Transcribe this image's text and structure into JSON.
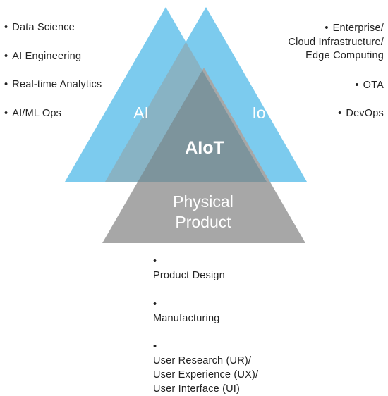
{
  "diagram": {
    "regions": {
      "ai": "AI",
      "iot": "IoT",
      "aiot": "AIoT",
      "physical_product_line1": "Physical",
      "physical_product_line2": "Product"
    },
    "colors": {
      "ai_triangle": "#7ccbee",
      "iot_triangle": "#7ccbee",
      "product_triangle": "#a7a7a7",
      "ai_iot_overlap": "#88b3c4",
      "center_overlap": "#7d949c",
      "label_text": "#ffffff"
    },
    "ai_items": [
      "Data Science",
      "AI Engineering",
      "Real-time Analytics",
      "AI/ML Ops"
    ],
    "iot_items": [
      [
        "Enterprise/",
        "Cloud Infrastructure/",
        "Edge Computing"
      ],
      [
        "OTA"
      ],
      [
        "DevOps"
      ]
    ],
    "product_items": [
      [
        "Product Design"
      ],
      [
        "Manufacturing"
      ],
      [
        "User Research (UR)/",
        "User Experience (UX)/",
        "User Interface (UI)"
      ]
    ]
  }
}
